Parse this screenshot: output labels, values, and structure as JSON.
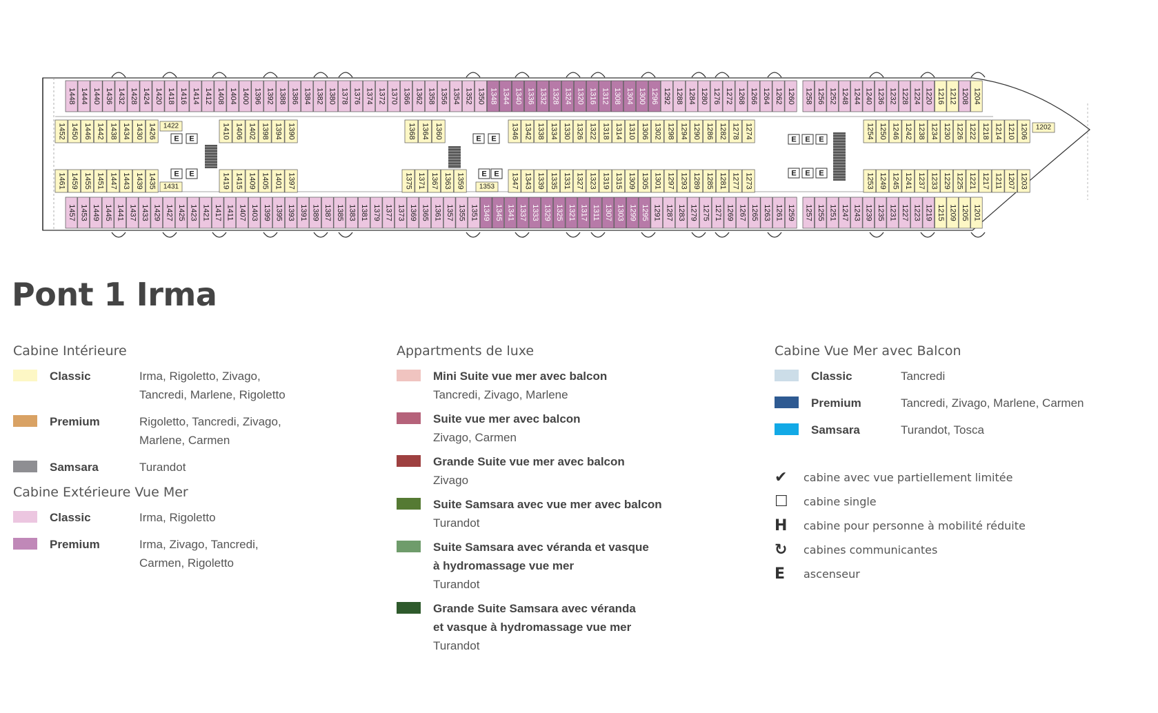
{
  "deck_title": "Pont 1 Irma",
  "colors": {
    "interior_classic": "#fdf7c5",
    "interior_premium": "#d9a264",
    "interior_samsara": "#8e8e92",
    "exterior_classic": "#ecc6e0",
    "exterior_premium": "#c088b8",
    "mini_suite": "#f0c4c0",
    "suite": "#b5627a",
    "grande_suite": "#9e4040",
    "suite_samsara": "#557a33",
    "suite_samsara_veranda": "#6f9c6b",
    "grande_suite_samsara": "#2e5a2c",
    "balcony_classic": "#ccdde8",
    "balcony_premium": "#2e5a92",
    "balcony_samsara": "#12a9e6",
    "suite_plan": "#b77aa8"
  },
  "deck_plan": {
    "outer_top": [
      1448,
      1444,
      1440,
      1436,
      1432,
      1428,
      1424,
      1420,
      1418,
      1416,
      1414,
      1412,
      1408,
      1404,
      1400,
      1396,
      1392,
      1388,
      1386,
      1384,
      1382,
      1380,
      1378,
      1376,
      1374,
      1372,
      1370,
      1366,
      1362,
      1358,
      1356,
      1354,
      1352,
      1350,
      1348,
      1344,
      1340,
      1336,
      1332,
      1328,
      1324,
      1320,
      1316,
      1312,
      1308,
      1304,
      1300,
      1296,
      1292,
      1288,
      1284,
      1280,
      1276,
      1272,
      1268,
      1266,
      1264,
      1262,
      1260,
      1258,
      1256,
      1252,
      1248,
      1244,
      1240,
      1236,
      1232,
      1228,
      1224,
      1220,
      1216,
      1212,
      1208,
      1204
    ],
    "outer_bottom": [
      1457,
      1453,
      1449,
      1445,
      1441,
      1437,
      1433,
      1429,
      1427,
      1425,
      1423,
      1421,
      1417,
      1411,
      1407,
      1403,
      1399,
      1395,
      1393,
      1391,
      1389,
      1387,
      1385,
      1383,
      1381,
      1379,
      1377,
      1373,
      1369,
      1365,
      1361,
      1357,
      1355,
      1351,
      1349,
      1345,
      1341,
      1337,
      1333,
      1329,
      1325,
      1321,
      1317,
      1311,
      1307,
      1303,
      1299,
      1295,
      1291,
      1287,
      1283,
      1279,
      1275,
      1271,
      1269,
      1267,
      1265,
      1263,
      1261,
      1259,
      1257,
      1255,
      1251,
      1247,
      1243,
      1239,
      1235,
      1231,
      1227,
      1223,
      1219,
      1215,
      1209,
      1205,
      1201
    ],
    "inner_top_a": [
      1452,
      1450,
      1446,
      1442,
      1438,
      1434,
      1430,
      1426
    ],
    "inner_top_b": [
      1410,
      1406,
      1402,
      1398,
      1394,
      1390
    ],
    "inner_top_c": [
      1368,
      1364,
      1360
    ],
    "inner_top_d": [
      1346,
      1342,
      1338,
      1334,
      1330,
      1326,
      1322,
      1318,
      1314,
      1310,
      1306,
      1302,
      1298,
      1294,
      1290,
      1286,
      1282,
      1278,
      1274
    ],
    "inner_top_e": [
      1254,
      1250,
      1246,
      1242,
      1238,
      1234,
      1230,
      1226,
      1222,
      1218,
      1214,
      1210,
      1206
    ],
    "inner_bottom_a": [
      1461,
      1459,
      1455,
      1451,
      1447,
      1443,
      1439,
      1435
    ],
    "inner_bottom_b": [
      1419,
      1415,
      1409,
      1405,
      1401,
      1397
    ],
    "inner_bottom_c": [
      1375,
      1371,
      1367,
      1363,
      1359
    ],
    "inner_bottom_d": [
      1347,
      1343,
      1339,
      1335,
      1331,
      1327,
      1323,
      1319,
      1315,
      1309,
      1305,
      1301,
      1297,
      1293,
      1289,
      1285,
      1281,
      1277,
      1273
    ],
    "inner_bottom_e": [
      1253,
      1249,
      1245,
      1241,
      1237,
      1233,
      1229,
      1225,
      1221,
      1217,
      1211,
      1207,
      1203
    ],
    "single_labels": [
      "1422",
      "1431",
      "1353",
      "1202"
    ],
    "elevator": "E"
  },
  "legend": {
    "interior": {
      "heading": "Cabine Intérieure",
      "rows": [
        {
          "name": "Classic",
          "ships": "Irma, Rigoletto, Zivago,",
          "ships2": "Tancredi, Marlene, Rigoletto"
        },
        {
          "name": "Premium",
          "ships": "Rigoletto, Tancredi, Zivago,",
          "ships2": "Marlene, Carmen"
        },
        {
          "name": "Samsara",
          "ships": "Turandot",
          "ships2": ""
        }
      ]
    },
    "exterior": {
      "heading": "Cabine Extérieure Vue Mer",
      "rows": [
        {
          "name": "Classic",
          "ships": "Irma, Rigoletto",
          "ships2": ""
        },
        {
          "name": "Premium",
          "ships": "Irma, Zivago, Tancredi,",
          "ships2": "Carmen, Rigoletto"
        }
      ]
    },
    "luxury": {
      "heading": "Appartments de luxe",
      "rows": [
        {
          "name": "Mini Suite vue mer avec balcon",
          "name2": "",
          "ships": "Tancredi, Zivago, Marlene"
        },
        {
          "name": "Suite vue mer avec balcon",
          "name2": "",
          "ships": "Zivago, Carmen"
        },
        {
          "name": "Grande Suite vue mer avec balcon",
          "name2": "",
          "ships": "Zivago"
        },
        {
          "name": "Suite Samsara avec vue mer avec balcon",
          "name2": "",
          "ships": "Turandot"
        },
        {
          "name": "Suite Samsara avec véranda et vasque",
          "name2": "à hydromassage vue mer",
          "ships": "Turandot"
        },
        {
          "name": "Grande Suite Samsara avec véranda",
          "name2": "et vasque à hydromassage vue mer",
          "ships": "Turandot"
        }
      ]
    },
    "balcony": {
      "heading": "Cabine Vue Mer avec Balcon",
      "rows": [
        {
          "name": "Classic",
          "ships": "Tancredi"
        },
        {
          "name": "Premium",
          "ships": "Tancredi, Zivago, Marlene, Carmen"
        },
        {
          "name": "Samsara",
          "ships": "Turandot, Tosca"
        }
      ]
    },
    "symbols": [
      {
        "icon": "check-icon",
        "glyph": "✔",
        "text": "cabine avec vue partiellement limitée"
      },
      {
        "icon": "single-cabin-icon",
        "glyph": "☐",
        "text": "cabine single"
      },
      {
        "icon": "accessible-icon",
        "glyph": "H",
        "text": "cabine pour personne à mobilité réduite"
      },
      {
        "icon": "connecting-icon",
        "glyph": "↻",
        "text": "cabines communicantes"
      },
      {
        "icon": "elevator-icon",
        "glyph": "E",
        "text": "ascenseur"
      }
    ]
  }
}
